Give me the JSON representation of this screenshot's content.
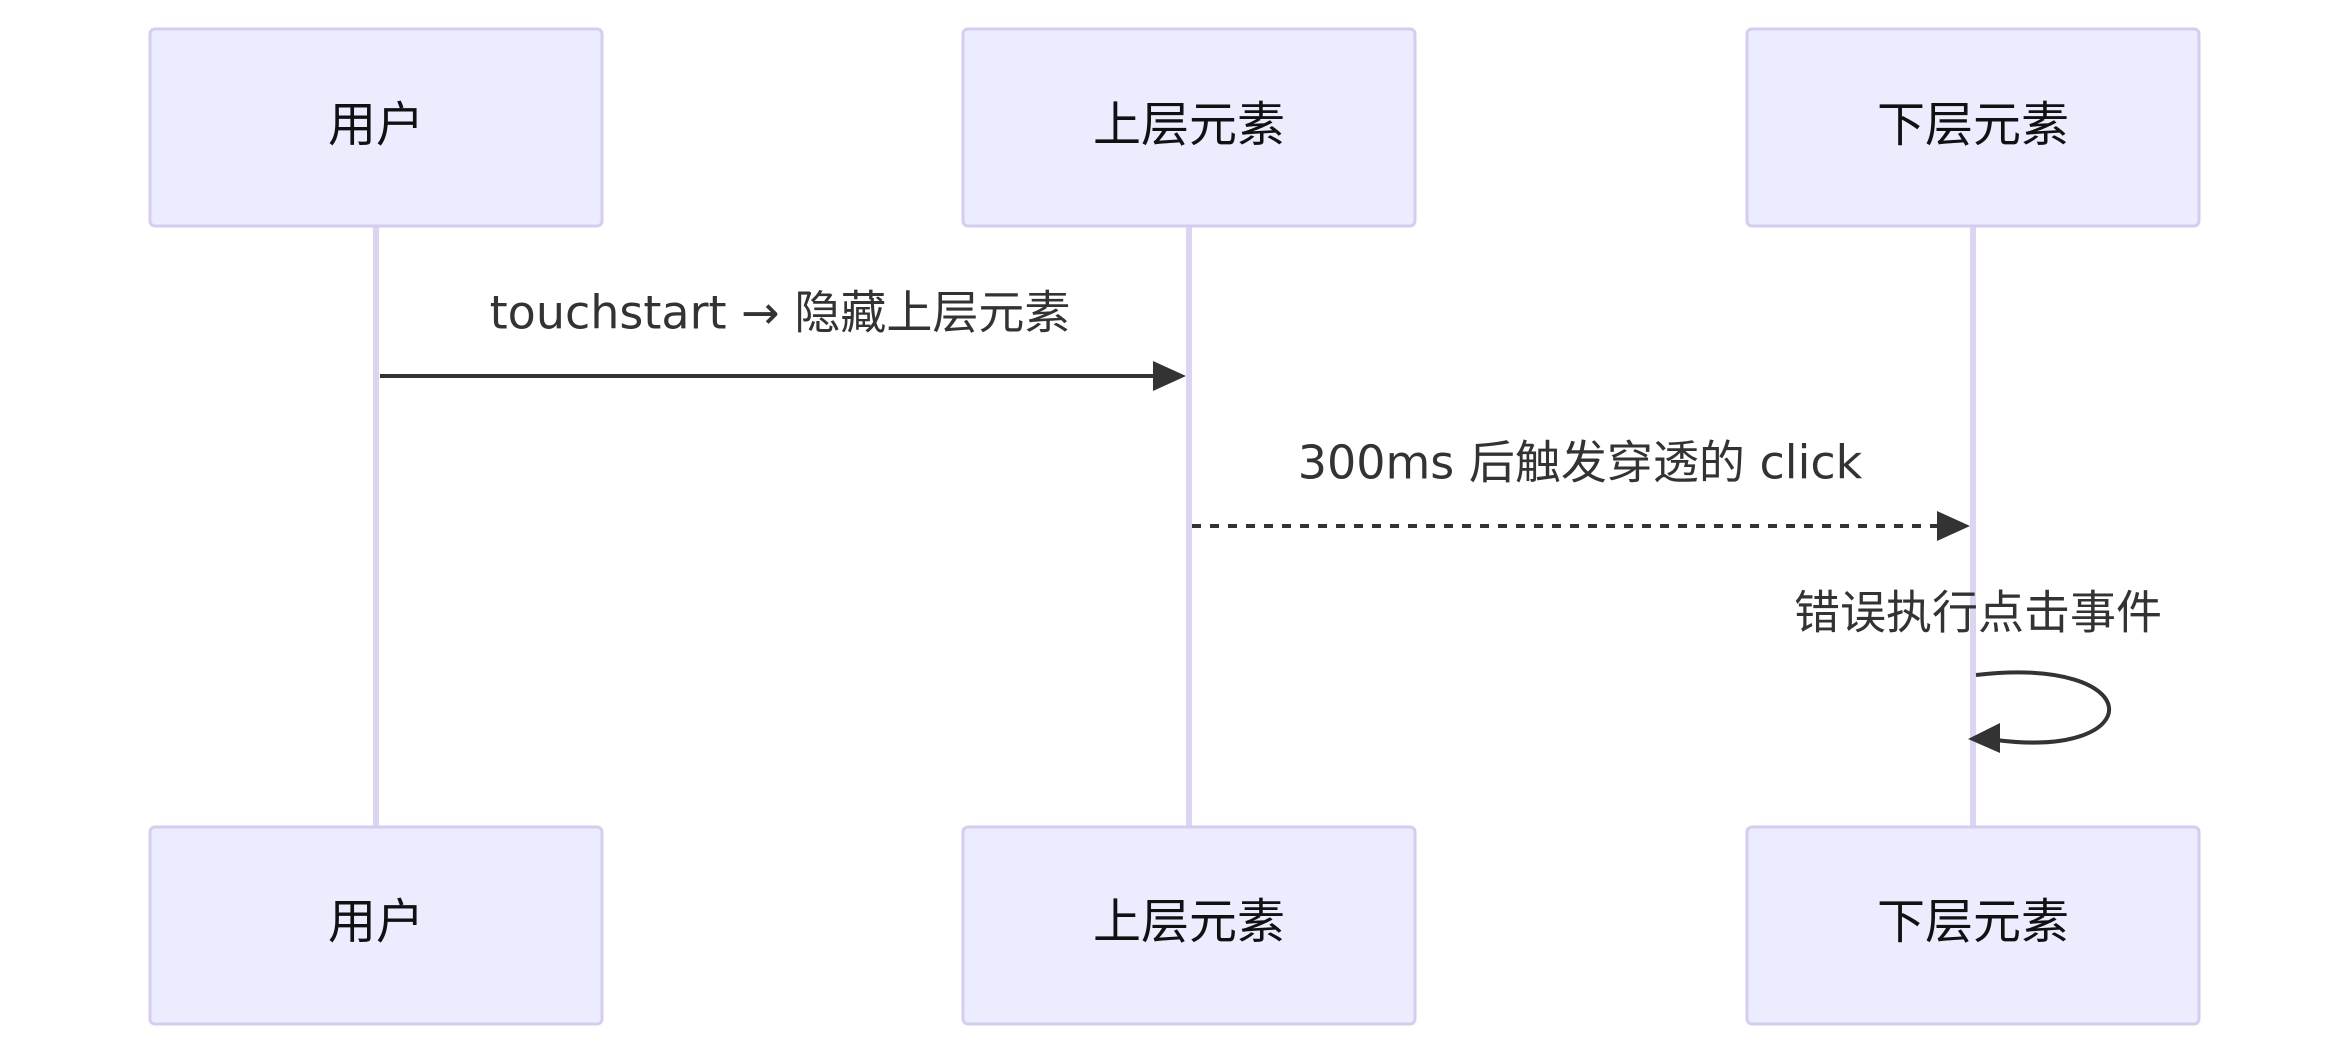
{
  "diagram": {
    "type": "sequence",
    "participants": [
      {
        "id": "user",
        "label": "用户"
      },
      {
        "id": "upper",
        "label": "上层元素"
      },
      {
        "id": "lower",
        "label": "下层元素"
      }
    ],
    "messages": [
      {
        "from": "user",
        "to": "upper",
        "label": "touchstart → 隐藏上层元素",
        "style": "solid"
      },
      {
        "from": "upper",
        "to": "lower",
        "label": "300ms 后触发穿透的 click",
        "style": "dashed"
      },
      {
        "from": "lower",
        "to": "lower",
        "label": "错误执行点击事件",
        "style": "solid"
      }
    ],
    "colors": {
      "actor_fill": "#ECECFF",
      "actor_stroke": "#D6CCF2",
      "lifeline": "#DDD4F4",
      "message": "#333333"
    }
  }
}
